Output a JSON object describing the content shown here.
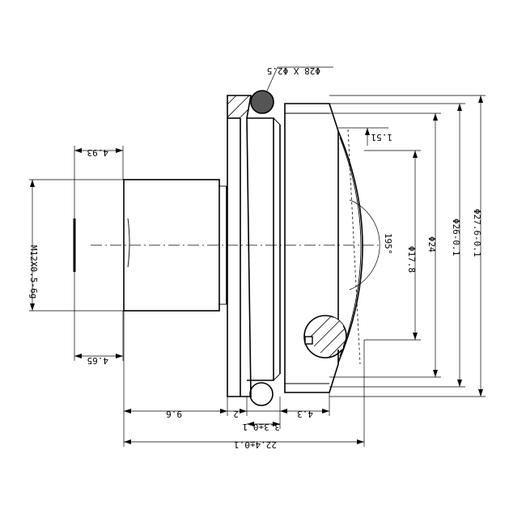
{
  "drawing": {
    "labels": {
      "oring": "Φ28 X Φ2.5",
      "d1": "1.51",
      "thread": "M12X0.5-6g",
      "t1": "4.93",
      "t2": "4.65",
      "lens_d": "Φ17.8",
      "angle": "195°",
      "d24": "Φ24",
      "d26": "Φ26-0.1",
      "d27": "Φ27.6-0.1",
      "l96": "9.6",
      "l2": "2",
      "l33": "3.3±0.1",
      "l43": "4.3",
      "l224": "22.4±0.1"
    }
  }
}
